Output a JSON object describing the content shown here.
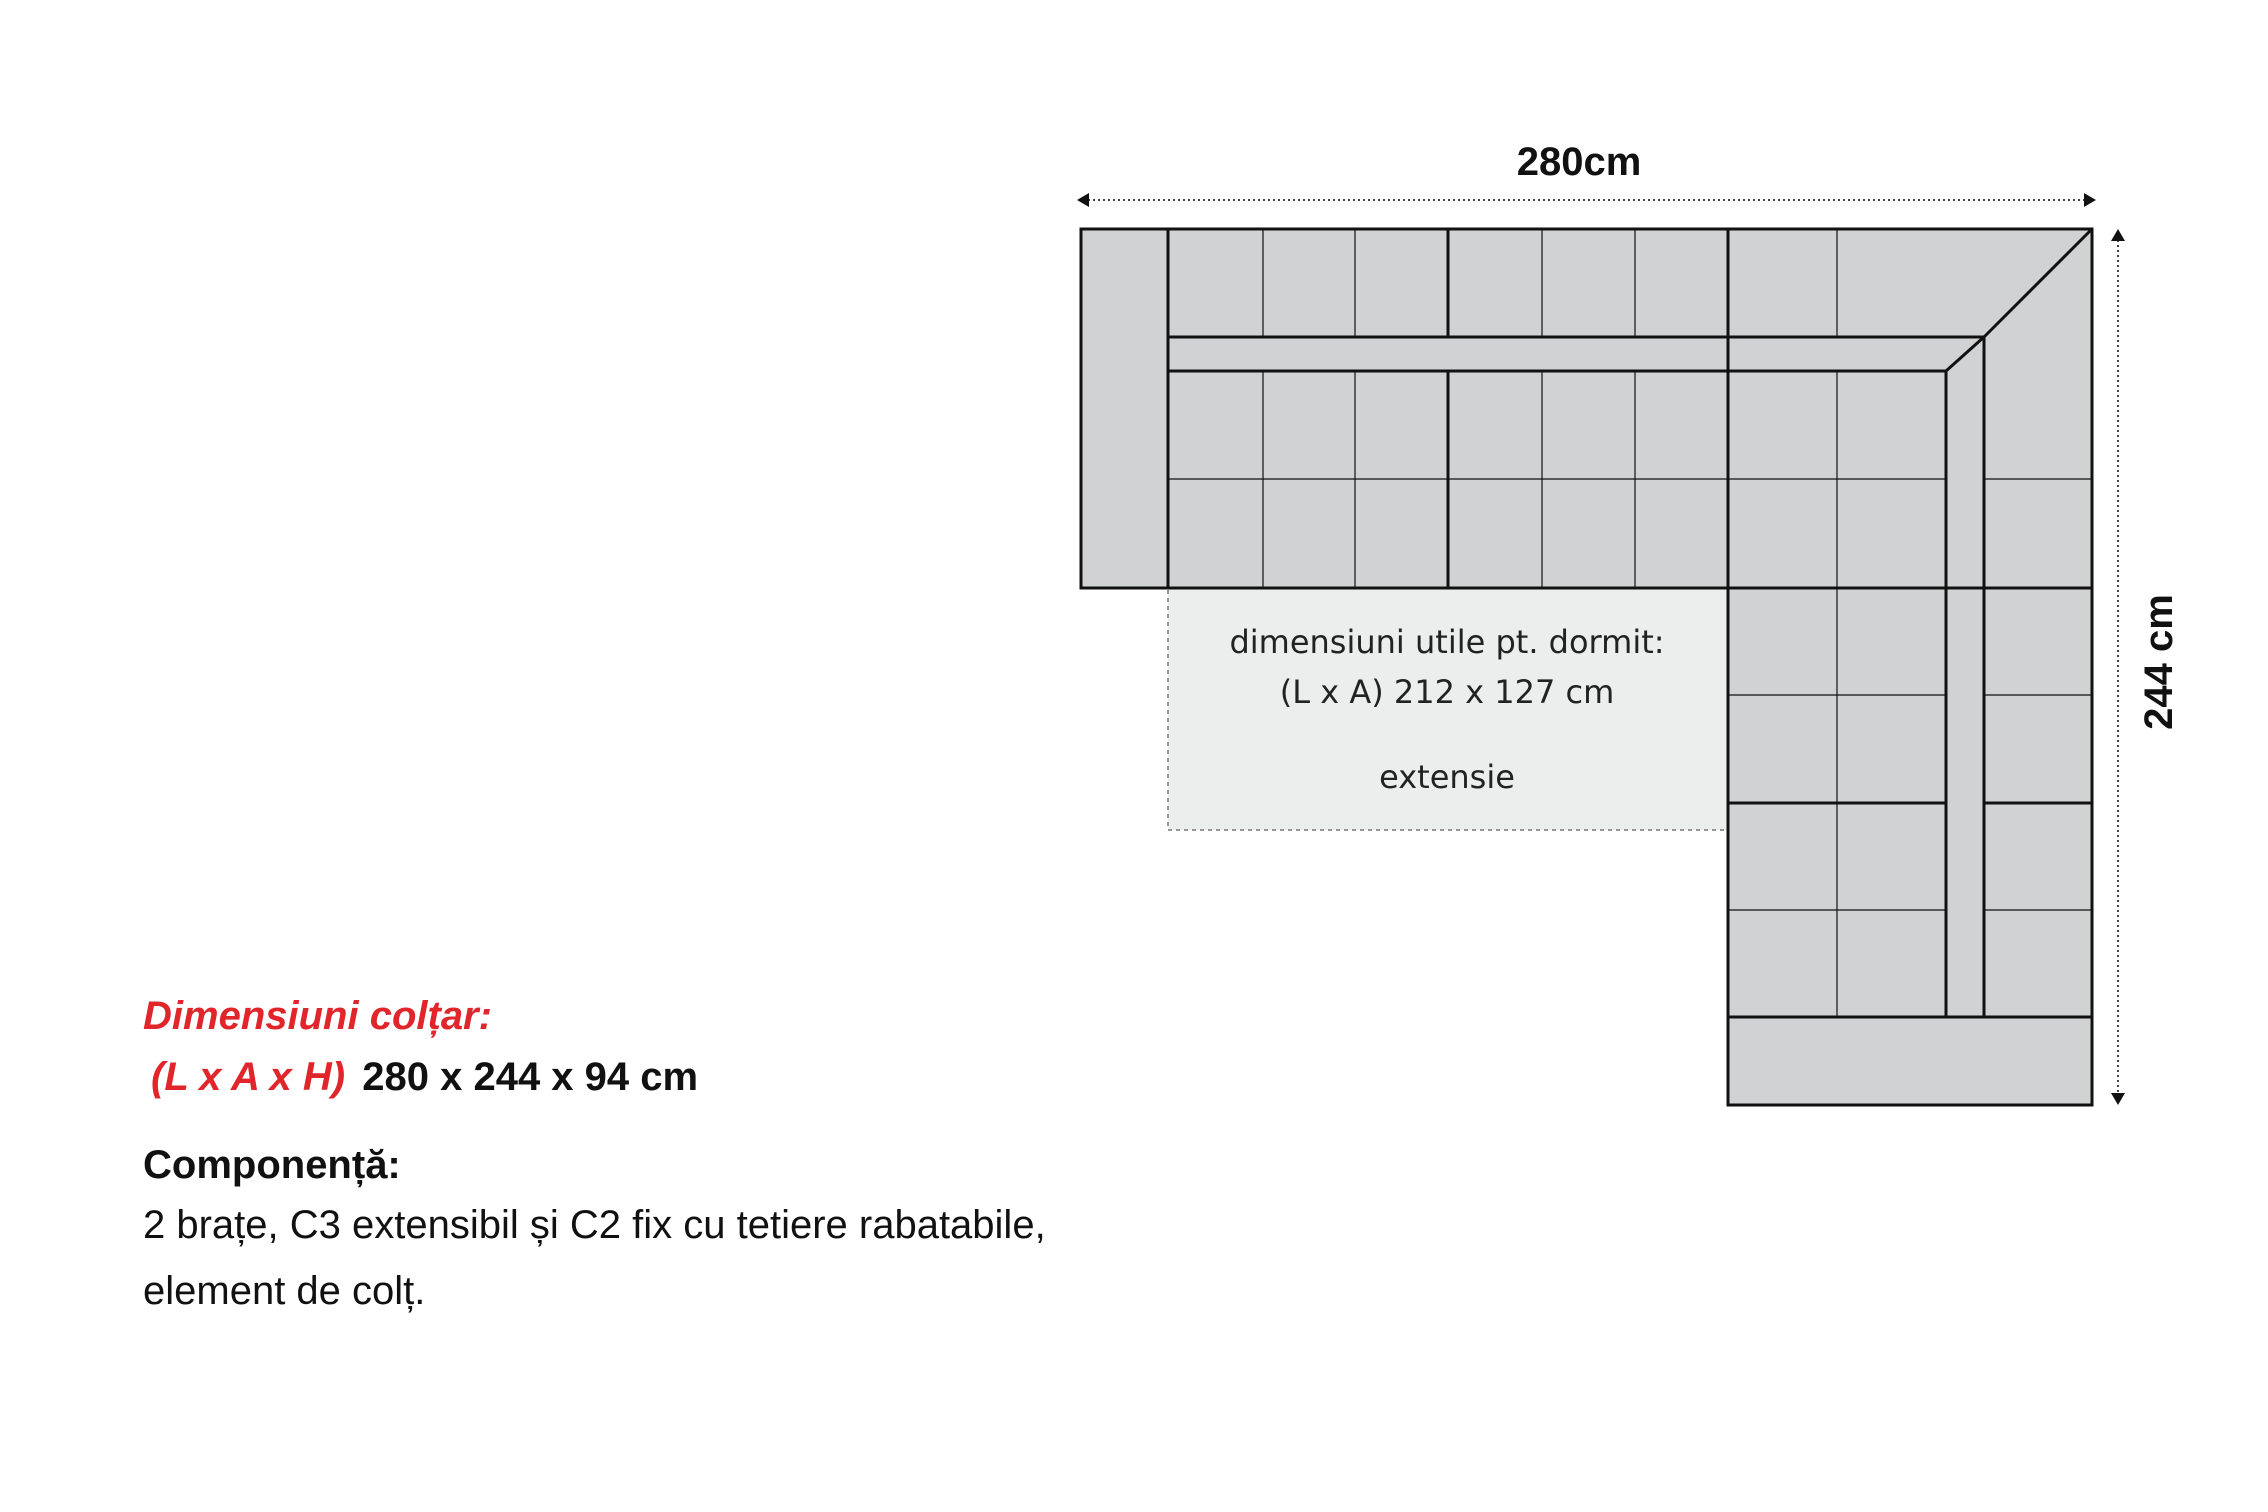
{
  "colors": {
    "fill": "#d1d2d4",
    "stroke": "#111111",
    "extension_fill": "#eceded",
    "accent": "#e0252b",
    "text": "#111111"
  },
  "diagram": {
    "width_label": "280cm",
    "height_label": "244 cm",
    "sleep_area": {
      "line1": "dimensiuni utile pt. dormit:",
      "line2": "(L x A) 212 x 127 cm",
      "extension": "extensie"
    }
  },
  "specs": {
    "title": "Dimensiuni colțar:",
    "dims_label": "(L x A x H)",
    "dims_value": "280 x 244 x 94 cm",
    "composition_title": "Componență:",
    "composition_line1": "2 brațe, C3 extensibil și C2 fix cu tetiere rabatabile,",
    "composition_line2": "element de colț."
  }
}
